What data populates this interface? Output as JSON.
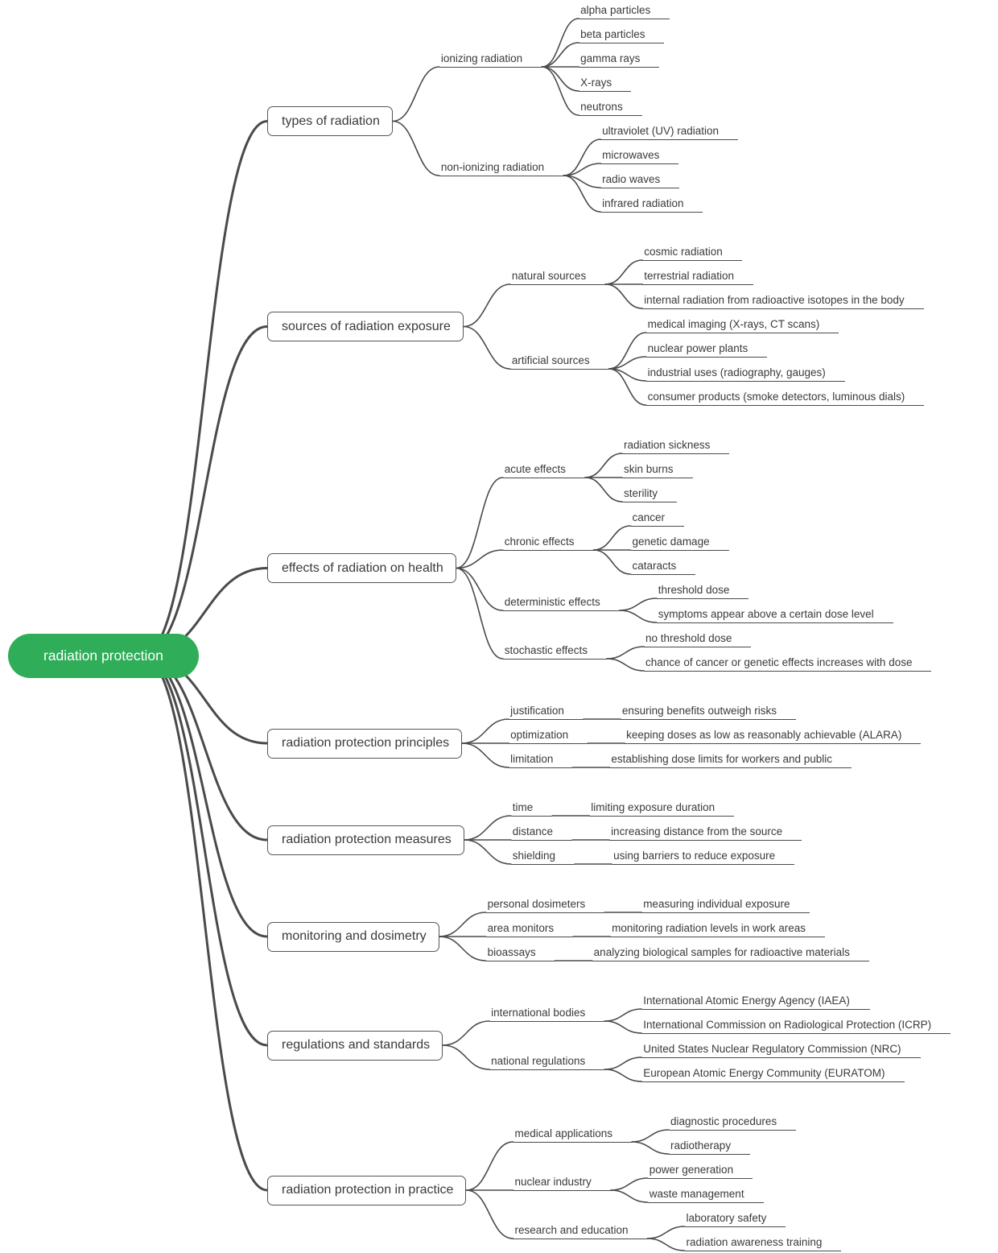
{
  "root": {
    "label": "radiation protection"
  },
  "tree": [
    {
      "label": "types of radiation",
      "children": [
        {
          "label": "ionizing radiation",
          "children": [
            {
              "label": "alpha particles"
            },
            {
              "label": "beta particles"
            },
            {
              "label": "gamma rays"
            },
            {
              "label": "X-rays"
            },
            {
              "label": "neutrons"
            }
          ]
        },
        {
          "label": "non-ionizing radiation",
          "children": [
            {
              "label": "ultraviolet (UV) radiation"
            },
            {
              "label": "microwaves"
            },
            {
              "label": "radio waves"
            },
            {
              "label": "infrared radiation"
            }
          ]
        }
      ]
    },
    {
      "label": "sources of radiation exposure",
      "children": [
        {
          "label": "natural sources",
          "children": [
            {
              "label": "cosmic radiation"
            },
            {
              "label": "terrestrial radiation"
            },
            {
              "label": "internal radiation from radioactive isotopes in the body"
            }
          ]
        },
        {
          "label": "artificial sources",
          "children": [
            {
              "label": "medical imaging (X-rays, CT scans)"
            },
            {
              "label": "nuclear power plants"
            },
            {
              "label": "industrial uses (radiography, gauges)"
            },
            {
              "label": "consumer products (smoke detectors, luminous dials)"
            }
          ]
        }
      ]
    },
    {
      "label": "effects of radiation on health",
      "children": [
        {
          "label": "acute effects",
          "children": [
            {
              "label": "radiation sickness"
            },
            {
              "label": "skin burns"
            },
            {
              "label": "sterility"
            }
          ]
        },
        {
          "label": "chronic effects",
          "children": [
            {
              "label": "cancer"
            },
            {
              "label": "genetic damage"
            },
            {
              "label": "cataracts"
            }
          ]
        },
        {
          "label": "deterministic effects",
          "children": [
            {
              "label": "threshold dose"
            },
            {
              "label": "symptoms appear above a certain dose level"
            }
          ]
        },
        {
          "label": "stochastic effects",
          "children": [
            {
              "label": "no threshold dose"
            },
            {
              "label": "chance of cancer or genetic effects increases with dose"
            }
          ]
        }
      ]
    },
    {
      "label": "radiation protection principles",
      "children": [
        {
          "label": "justification",
          "children": [
            {
              "label": "ensuring benefits outweigh risks"
            }
          ]
        },
        {
          "label": "optimization",
          "children": [
            {
              "label": "keeping doses as low as reasonably achievable (ALARA)"
            }
          ]
        },
        {
          "label": "limitation",
          "children": [
            {
              "label": "establishing dose limits for workers and public"
            }
          ]
        }
      ]
    },
    {
      "label": "radiation protection measures",
      "children": [
        {
          "label": "time",
          "children": [
            {
              "label": "limiting exposure duration"
            }
          ]
        },
        {
          "label": "distance",
          "children": [
            {
              "label": "increasing distance from the source"
            }
          ]
        },
        {
          "label": "shielding",
          "children": [
            {
              "label": "using barriers to reduce exposure"
            }
          ]
        }
      ]
    },
    {
      "label": "monitoring and dosimetry",
      "children": [
        {
          "label": "personal dosimeters",
          "children": [
            {
              "label": "measuring individual exposure"
            }
          ]
        },
        {
          "label": "area monitors",
          "children": [
            {
              "label": "monitoring radiation levels in work areas"
            }
          ]
        },
        {
          "label": "bioassays",
          "children": [
            {
              "label": "analyzing biological samples for radioactive materials"
            }
          ]
        }
      ]
    },
    {
      "label": "regulations and standards",
      "children": [
        {
          "label": "international bodies",
          "children": [
            {
              "label": "International Atomic Energy Agency (IAEA)"
            },
            {
              "label": "International Commission on Radiological Protection (ICRP)"
            }
          ]
        },
        {
          "label": "national regulations",
          "children": [
            {
              "label": "United States Nuclear Regulatory Commission (NRC)"
            },
            {
              "label": "European Atomic Energy Community (EURATOM)"
            }
          ]
        }
      ]
    },
    {
      "label": "radiation protection in practice",
      "children": [
        {
          "label": "medical applications",
          "children": [
            {
              "label": "diagnostic procedures"
            },
            {
              "label": "radiotherapy"
            }
          ]
        },
        {
          "label": "nuclear industry",
          "children": [
            {
              "label": "power generation"
            },
            {
              "label": "waste management"
            }
          ]
        },
        {
          "label": "research and education",
          "children": [
            {
              "label": "laboratory safety"
            },
            {
              "label": "radiation awareness training"
            }
          ]
        }
      ]
    }
  ],
  "colors": {
    "root_bg": "#2fad58",
    "root_text": "#ffffff",
    "link": "#4a4a4a",
    "branch_border": "#555555",
    "text": "#3a3a3a",
    "background": "#ffffff"
  }
}
